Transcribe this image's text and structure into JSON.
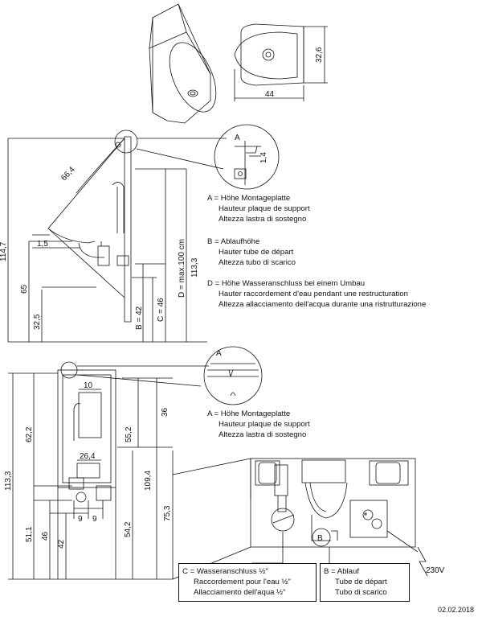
{
  "top_view": {
    "width_dim": "44",
    "depth_dim": "32,6"
  },
  "side_view": {
    "dims": {
      "d66_4": "66,4",
      "d1_5": "1,5",
      "d114_7": "114,7",
      "d65": "65",
      "d32_5": "32,5",
      "d113_3": "113,3",
      "b42": "B = 42",
      "c46": "C = 46",
      "dmax": "D = max.100 cm"
    },
    "detail": {
      "tag": "A",
      "dim": "1,4"
    },
    "notes": [
      {
        "label": "A = Höhe Montageplatte",
        "sub": [
          "Hauteur plaque de support",
          "Altezza lastra di sostegno"
        ]
      },
      {
        "label": "B = Ablaufhöhe",
        "sub": [
          "Hauter tube de départ",
          "Altezza tubo di scarico"
        ]
      },
      {
        "label": "D = Höhe Wasseranschluss bei einem Umbau",
        "sub": [
          "Hauter raccordement d'eau pendant une restructuration",
          "Altezza allacciamento dell'acqua durante una ristrutturazione"
        ]
      }
    ]
  },
  "front_view": {
    "dims": {
      "d10": "10",
      "d36": "36",
      "d62_2": "62,2",
      "d55_2": "55,2",
      "d26_4": "26,4",
      "d109_4": "109,4",
      "d113_3": "113,3",
      "d75_3": "75,3",
      "d9a": "9",
      "d9b": "9",
      "d51_1": "51,1",
      "d46": "46",
      "d42": "42",
      "d54_2": "54,2"
    },
    "detail": {
      "tag": "A"
    },
    "note": {
      "label": "A = Höhe Montageplatte",
      "sub": [
        "Hauteur plaque de support",
        "Altezza lastra di sostegno"
      ]
    }
  },
  "connection_detail": {
    "tag_b": "B",
    "voltage": "230V",
    "box_c": {
      "label": "C = Wasseranschluss ½\"",
      "sub": [
        "Raccordement pour l'eau ½\"",
        "Allacciamento dell'aqua ½\""
      ]
    },
    "box_b": {
      "label": "B = Ablauf",
      "sub": [
        "Tube de départ",
        "Tubo di scarico"
      ]
    }
  },
  "footer": {
    "date": "02.02.2018"
  }
}
